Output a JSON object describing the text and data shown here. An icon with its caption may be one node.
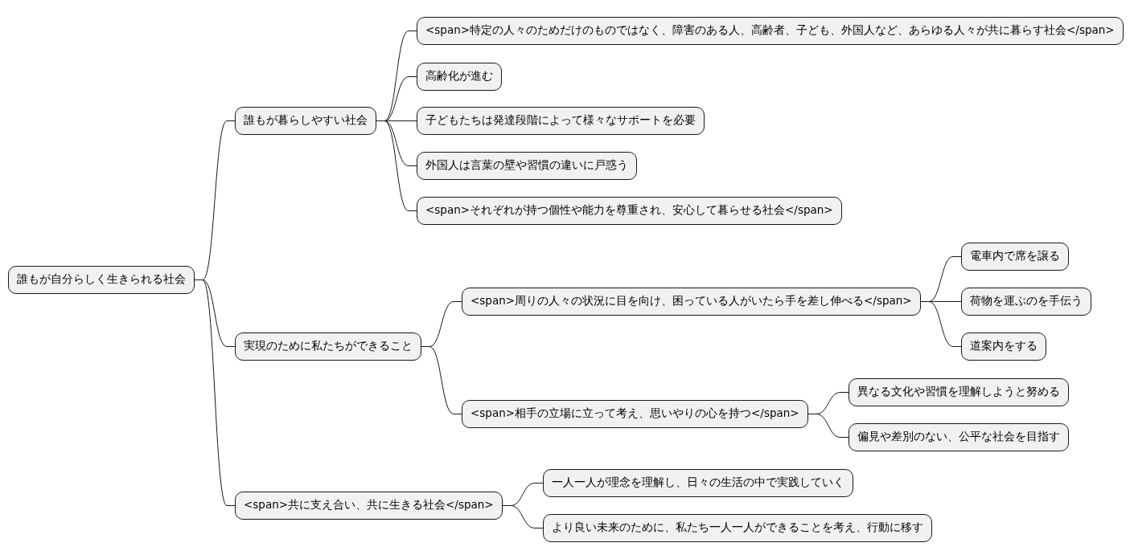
{
  "diagram": {
    "nodes": [
      {
        "text": [
          "誰もが自分らしく生きられる社会"
        ]
      },
      {
        "text": [
          "誰もが暮らしやすい社会"
        ]
      },
      {
        "text": [
          "<span>特定の人々のためだけのものではなく、障害のある人、高齢者、子ども、外国人など、あらゆる人々が共に暮らす社会</span>"
        ]
      },
      {
        "text": [
          "高齢化が進む"
        ]
      },
      {
        "text": [
          "子どもたちは発達段階によって様々なサポートを必要"
        ]
      },
      {
        "text": [
          "外国人は言葉の壁や習慣の違いに戸惑う"
        ]
      },
      {
        "text": [
          "<span>それぞれが持つ個性や能力を尊重され、安心して暮らせる社会</span>"
        ]
      },
      {
        "text": [
          "実現のために私たちができること"
        ]
      },
      {
        "text": [
          "<span>周りの人々の状況に目を向け、困っている人がいたら手を差し伸べる</span>"
        ]
      },
      {
        "text": [
          "電車内で席を譲る"
        ]
      },
      {
        "text": [
          "荷物を運ぶのを手伝う"
        ]
      },
      {
        "text": [
          "道案内をする"
        ]
      },
      {
        "text": [
          "<span>相手の立場に立って考え、思いやりの心を持つ</span>"
        ]
      },
      {
        "text": [
          "異なる文化や習慣を理解しようと努める"
        ]
      },
      {
        "text": [
          "偏見や差別のない、公平な社会を目指す"
        ]
      },
      {
        "text": [
          "<span>共に支え合い、共に生きる社会</span>"
        ]
      },
      {
        "text": [
          "一人一人が理念を理解し、日々の生活の中で実践していく"
        ]
      },
      {
        "text": [
          "より良い未来のために、私たち一人一人ができることを考え、行動に移す"
        ]
      }
    ],
    "edges": [
      {
        "from": 0,
        "to": 1,
        "arrow": "none"
      },
      {
        "from": 1,
        "to": 2,
        "arrow": "none"
      },
      {
        "from": 1,
        "to": 3,
        "arrow": "none"
      },
      {
        "from": 1,
        "to": 4,
        "arrow": "none"
      },
      {
        "from": 1,
        "to": 5,
        "arrow": "none"
      },
      {
        "from": 1,
        "to": 6,
        "arrow": "none"
      },
      {
        "from": 0,
        "to": 7,
        "arrow": "none"
      },
      {
        "from": 7,
        "to": 8,
        "arrow": "none"
      },
      {
        "from": 8,
        "to": 9,
        "arrow": "none"
      },
      {
        "from": 8,
        "to": 10,
        "arrow": "none"
      },
      {
        "from": 8,
        "to": 11,
        "arrow": "none"
      },
      {
        "from": 7,
        "to": 12,
        "arrow": "none"
      },
      {
        "from": 12,
        "to": 13,
        "arrow": "none"
      },
      {
        "from": 12,
        "to": 14,
        "arrow": "none"
      },
      {
        "from": 0,
        "to": 15,
        "arrow": "none"
      },
      {
        "from": 15,
        "to": 16,
        "arrow": "none"
      },
      {
        "from": 15,
        "to": 17,
        "arrow": "none"
      }
    ]
  }
}
